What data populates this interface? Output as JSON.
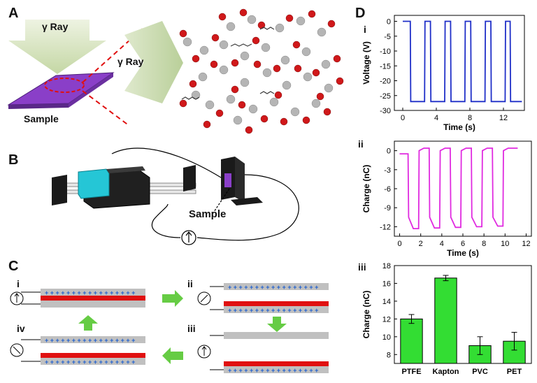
{
  "panels": {
    "A": {
      "label": "A",
      "ray1": "γ Ray",
      "ray2": "γ Ray",
      "sample": "Sample"
    },
    "B": {
      "label": "B",
      "sample": "Sample"
    },
    "C": {
      "label": "C",
      "steps": [
        "i",
        "ii",
        "iii",
        "iv"
      ]
    },
    "D": {
      "label": "D",
      "sub": [
        "i",
        "ii",
        "iii"
      ]
    }
  },
  "colors": {
    "purple": "#8a3fc8",
    "cyan": "#25c6d6",
    "blue_line": "#1f2fc8",
    "magenta_line": "#e02ae0",
    "bar_green": "#33dd33",
    "red_film": "#e01010",
    "grey_film": "#c0c0c0",
    "arrow_green": "#66cc44"
  },
  "chart_data": [
    {
      "type": "line",
      "xlabel": "Time (s)",
      "ylabel": "Voltage (V)",
      "xlim": [
        -1,
        14.5
      ],
      "ylim": [
        -30,
        2
      ],
      "xticks": [
        0,
        4,
        8,
        12
      ],
      "yticks": [
        0,
        -5,
        -10,
        -15,
        -20,
        -25,
        -30
      ],
      "series": [
        {
          "x": [
            0,
            0.9,
            0.95,
            2.6,
            2.65,
            3.3,
            3.35,
            5.0,
            5.05,
            5.7,
            5.75,
            7.4,
            7.45,
            8.1,
            8.15,
            9.8,
            9.85,
            10.5,
            10.55,
            12.2,
            12.25,
            12.8,
            12.85,
            14.2
          ],
          "y": [
            0,
            0,
            -27,
            -27,
            0,
            0,
            -27,
            -27,
            0,
            0,
            -27,
            -27,
            0,
            0,
            -27,
            -27,
            0,
            0,
            -27,
            -27,
            0,
            0,
            -27,
            -27
          ]
        }
      ]
    },
    {
      "type": "line",
      "xlabel": "Time (s)",
      "ylabel": "Charge (nC)",
      "xlim": [
        -0.5,
        12.5
      ],
      "ylim": [
        -13.5,
        1.5
      ],
      "xticks": [
        0,
        2,
        4,
        6,
        8,
        10,
        12
      ],
      "yticks": [
        0,
        -3,
        -6,
        -9,
        -12
      ],
      "series": [
        {
          "x": [
            0,
            0.8,
            0.85,
            1.3,
            1.8,
            1.85,
            2.3,
            2.8,
            2.85,
            3.3,
            3.8,
            3.85,
            4.3,
            4.8,
            4.85,
            5.3,
            5.8,
            5.85,
            6.3,
            6.8,
            6.85,
            7.3,
            7.8,
            7.85,
            8.3,
            8.8,
            8.85,
            9.3,
            9.8,
            9.85,
            10.3,
            10.8,
            11.2
          ],
          "y": [
            -0.5,
            -0.5,
            -10.5,
            -12.3,
            -12.3,
            0,
            0.4,
            0.4,
            -10.5,
            -12.2,
            -12.2,
            0,
            0.4,
            0.4,
            -10.5,
            -12.1,
            -12.1,
            0,
            0.4,
            0.4,
            -10.5,
            -12.0,
            -12.0,
            0,
            0.4,
            0.4,
            -10.5,
            -11.9,
            -11.9,
            0,
            0.4,
            0.4,
            0.4
          ]
        }
      ]
    },
    {
      "type": "bar",
      "categories": [
        "PTFE",
        "Kapton",
        "PVC",
        "PET"
      ],
      "values": [
        12.0,
        16.6,
        9.0,
        9.5
      ],
      "errors": [
        0.5,
        0.3,
        1.0,
        1.0
      ],
      "xlabel": "",
      "ylabel": "Charge (nC)",
      "ylim": [
        7,
        18
      ],
      "yticks": [
        8,
        10,
        12,
        14,
        16,
        18
      ]
    }
  ]
}
